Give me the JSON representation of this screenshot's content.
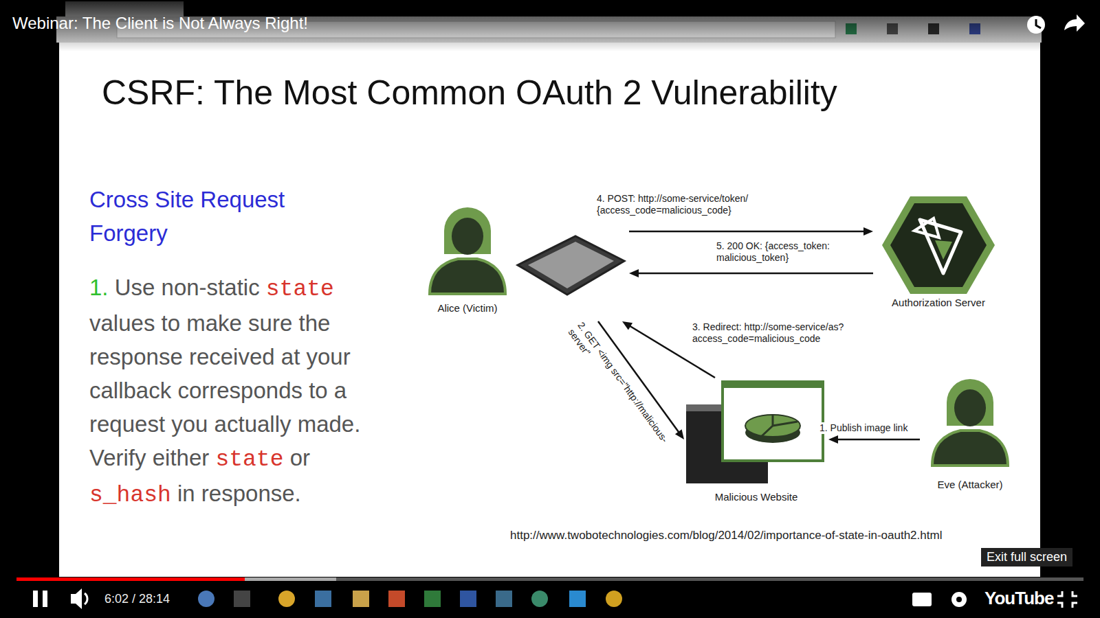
{
  "diagram": {
    "title": "CSRF: The Most Common OAuth 2 Vulnerability",
    "nodes": [
      {
        "text": [
          "Alice (Victim)"
        ]
      },
      {
        "text": [
          "Authorization Server"
        ]
      },
      {
        "text": [
          "Malicious Website"
        ]
      },
      {
        "text": [
          "Eve (Attacker)"
        ]
      }
    ],
    "edges": [
      {
        "from": 3,
        "to": 2,
        "arrow": "to",
        "label": "1. Publish image link"
      },
      {
        "from": 0,
        "to": 2,
        "arrow": "to",
        "label": "2. GET <img src=\"http://malicious-server\""
      },
      {
        "from": 2,
        "to": 0,
        "arrow": "to",
        "label": "3. Redirect: http://some-service/as?access_code=malicious_code"
      },
      {
        "from": 0,
        "to": 1,
        "arrow": "to",
        "label": "4. POST: http://some-service/token/ {access_code=malicious_code}"
      },
      {
        "from": 1,
        "to": 0,
        "arrow": "to",
        "label": "5. 200 OK: {access_token: malicious_token}"
      }
    ],
    "labels": [
      "Webinar: The Client is Not Always Right!",
      "Cross Site Request Forgery",
      "1.",
      "Use non-static",
      "state",
      "values to make sure the response received at your callback corresponds to a request you actually made. Verify either",
      "state",
      "or",
      "s_hash",
      "in response.",
      "http://www.twobotechnologies.com/blog/2014/02/importance-of-state-in-oauth2.html",
      "6:02 / 28:14",
      "Exit full screen",
      "YouTube"
    ]
  }
}
